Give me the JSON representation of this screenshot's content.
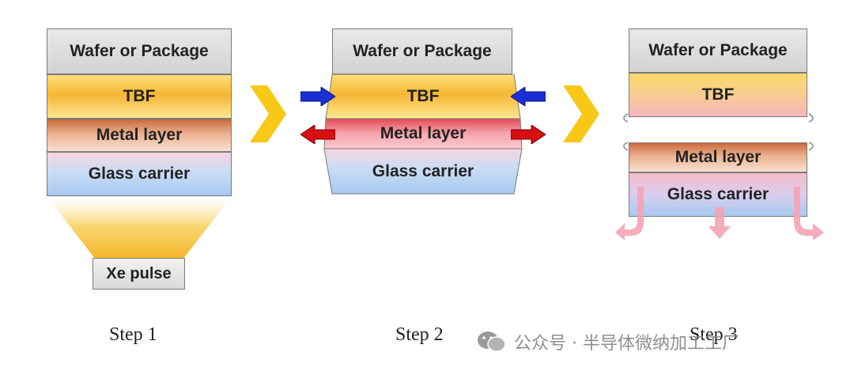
{
  "layers": {
    "wafer": "Wafer or Package",
    "tbf": "TBF",
    "metal": "Metal layer",
    "glass": "Glass carrier"
  },
  "xe_pulse": "Xe pulse",
  "steps": [
    "Step 1",
    "Step 2",
    "Step 3"
  ],
  "watermark": "公众号 · 半导体微纳加工工厂",
  "colors": {
    "arrow_next": "#f7c815",
    "arrow_compress": "#1a2fd6",
    "arrow_expand": "#d80f0f",
    "heat_flow": "#f4a3b4"
  },
  "icons": {
    "next": "chevron-right-icon",
    "compress": "arrow-inward-icon",
    "expand": "arrow-outward-icon",
    "heat": "heat-flow-arrow-icon",
    "watermark": "wechat-icon"
  }
}
